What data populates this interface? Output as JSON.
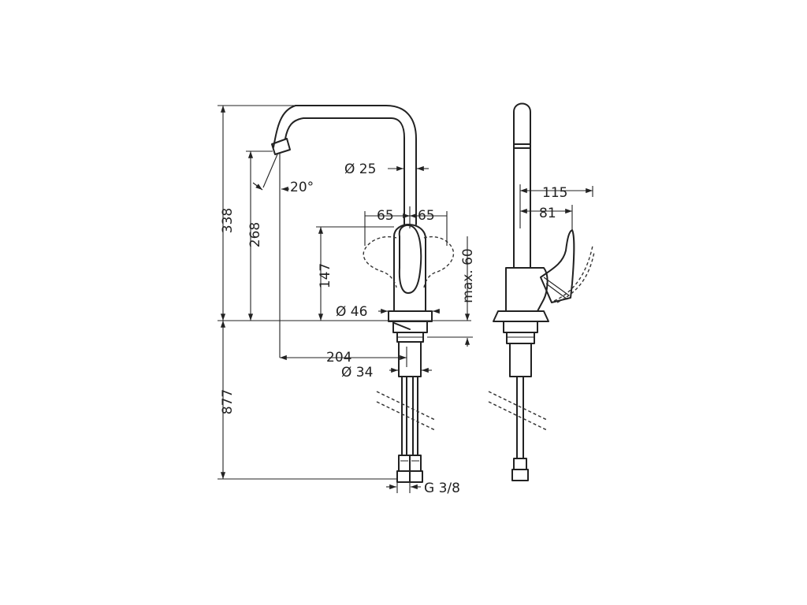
{
  "labels": {
    "h_338": "338",
    "h_268": "268",
    "h_147": "147",
    "h_877": "877",
    "angle": "20°",
    "dia_25": "Ø 25",
    "w_65_left": "65",
    "w_65_right": "65",
    "max_60": "max. 60",
    "dia_46": "Ø 46",
    "reach_204": "204",
    "dia_34": "Ø 34",
    "thread": "G 3/8",
    "side_115": "115",
    "side_81": "81"
  }
}
